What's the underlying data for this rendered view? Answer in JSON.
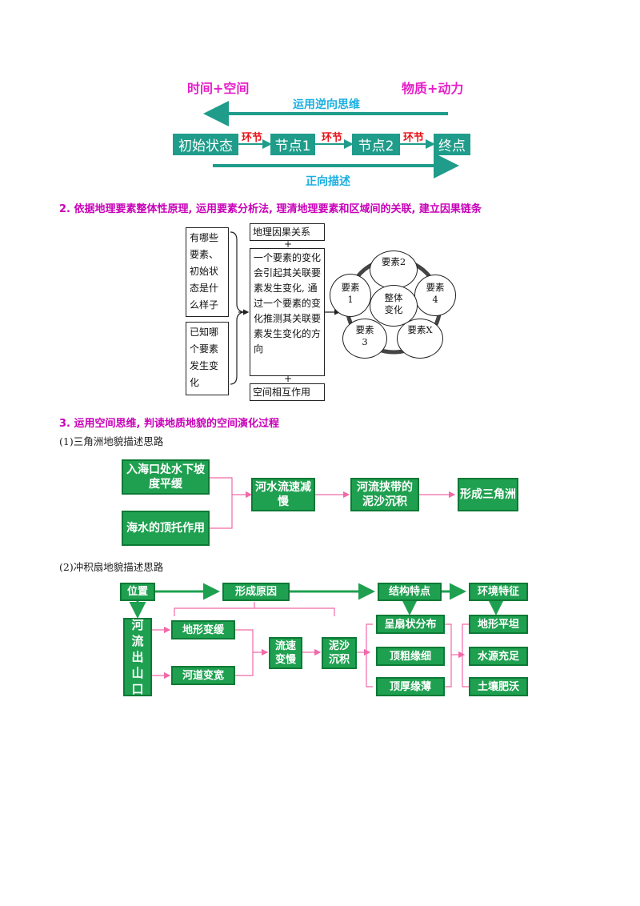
{
  "flow1": {
    "left_label": "时间+空间",
    "right_label": "物质+动力",
    "reverse_label": "运用逆向思维",
    "forward_label": "正向描述",
    "nodes": [
      "初始状态",
      "节点1",
      "节点2",
      "终点"
    ],
    "link_label": "环节"
  },
  "section2": {
    "heading": "2. 依据地理要素整体性原理, 运用要素分析法, 理清地理要素和区域间的关联, 建立因果链条",
    "q1": "有哪些要素、初始状态是什么样子",
    "q2": "已知哪个要素发生变化",
    "top_box": "地理因果关系",
    "plus": "+",
    "middle_box": "一个要素的变化会引起其关联要素发生变化, 通过一个要素的变化推测其关联要素发生变化的方向",
    "bottom_box": "空间相互作用",
    "center": "整体变化",
    "elements": [
      "要素2",
      "要素4",
      "要素X",
      "要素3",
      "要素1"
    ]
  },
  "section3": {
    "heading": "3. 运用空间思维, 判读地质地貌的空间演化过程",
    "sub1": "(1)三角洲地貌描述思路",
    "delta": {
      "cause1": "入海口处水下坡度平缓",
      "cause2": "海水的顶托作用",
      "step1": "河水流速减慢",
      "step2": "河流挟带的泥沙沉积",
      "result": "形成三角洲"
    },
    "sub2": "(2)冲积扇地貌描述思路",
    "fan": {
      "position": "位置",
      "cause": "形成原因",
      "structure": "结构特点",
      "environment": "环境特征",
      "river_out": "河流出山口",
      "slope": "地形变缓",
      "channel": "河道变宽",
      "velocity": "流速变慢",
      "deposit": "泥沙沉积",
      "fan_shape": "呈扇状分布",
      "top": "顶粗缘细",
      "thick": "顶厚缘薄",
      "flat": "地形平坦",
      "water": "水源充足",
      "soil": "土壤肥沃"
    }
  },
  "colors": {
    "magenta": "#e61fc8",
    "cyan": "#1ab0e0",
    "teal": "#1f9c8a",
    "red": "#e8141b",
    "green": "#1fa050",
    "pink_line": "#f080c0"
  }
}
